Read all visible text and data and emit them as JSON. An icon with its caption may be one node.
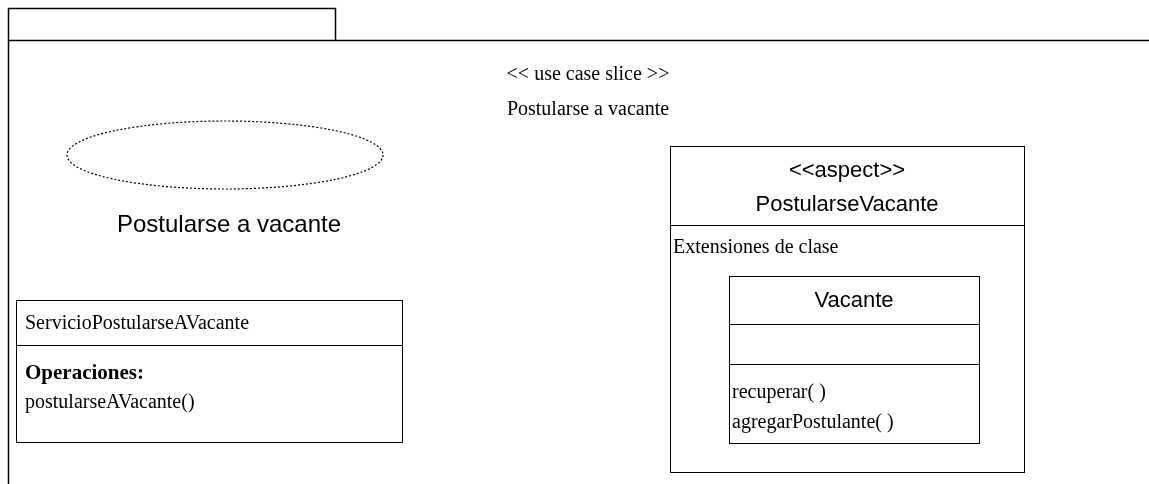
{
  "diagram": {
    "nodes": [
      {
        "text": [
          "<< use case slice >>",
          "Postularse a vacante"
        ]
      },
      {
        "text": [
          "Postularse a vacante"
        ],
        "in": 0
      },
      {
        "text": [
          "ServicioPostularseAVacante",
          "Operaciones:",
          "postularseAVacante()"
        ],
        "in": 0
      },
      {
        "text": [
          "<<aspect>> PostularseVacante",
          "Extensiones de clase"
        ],
        "in": 0
      },
      {
        "text": [
          "Vacante",
          "recuperar( )",
          "agregarPostulante( )"
        ],
        "in": 3
      }
    ],
    "edges": []
  }
}
